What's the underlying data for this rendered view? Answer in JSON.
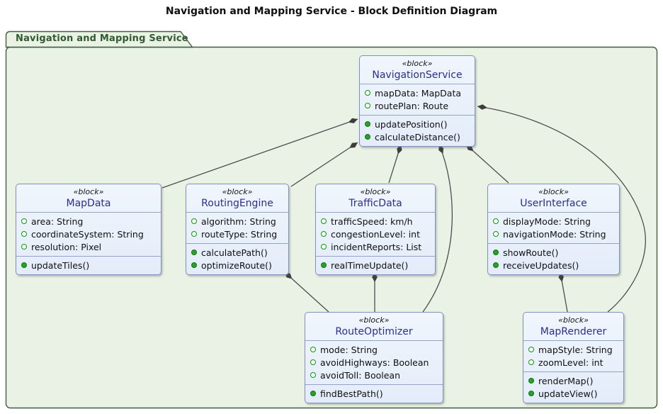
{
  "title": "Navigation and Mapping Service - Block Definition Diagram",
  "package": {
    "name": "Navigation and Mapping Service"
  },
  "blocks": [
    {
      "stereotype": "«block»",
      "name": "NavigationService",
      "attributes": [
        "mapData: MapData",
        "routePlan: Route"
      ],
      "operations": [
        "updatePosition()",
        "calculateDistance()"
      ]
    },
    {
      "stereotype": "«block»",
      "name": "MapData",
      "attributes": [
        "area: String",
        "coordinateSystem: String",
        "resolution: Pixel"
      ],
      "operations": [
        "updateTiles()"
      ]
    },
    {
      "stereotype": "«block»",
      "name": "RoutingEngine",
      "attributes": [
        "algorithm: String",
        "routeType: String"
      ],
      "operations": [
        "calculatePath()",
        "optimizeRoute()"
      ]
    },
    {
      "stereotype": "«block»",
      "name": "TrafficData",
      "attributes": [
        "trafficSpeed: km/h",
        "congestionLevel: int",
        "incidentReports: List"
      ],
      "operations": [
        "realTimeUpdate()"
      ]
    },
    {
      "stereotype": "«block»",
      "name": "UserInterface",
      "attributes": [
        "displayMode: String",
        "navigationMode: String"
      ],
      "operations": [
        "showRoute()",
        "receiveUpdates()"
      ]
    },
    {
      "stereotype": "«block»",
      "name": "RouteOptimizer",
      "attributes": [
        "mode: String",
        "avoidHighways: Boolean",
        "avoidToll: Boolean"
      ],
      "operations": [
        "findBestPath()"
      ]
    },
    {
      "stereotype": "«block»",
      "name": "MapRenderer",
      "attributes": [
        "mapStyle: String",
        "zoomLevel: int"
      ],
      "operations": [
        "renderMap()",
        "updateView()"
      ]
    }
  ],
  "relationships": [
    {
      "from": "NavigationService",
      "to": "MapData",
      "type": "composition"
    },
    {
      "from": "NavigationService",
      "to": "RoutingEngine",
      "type": "composition"
    },
    {
      "from": "NavigationService",
      "to": "TrafficData",
      "type": "composition"
    },
    {
      "from": "NavigationService",
      "to": "RouteOptimizer",
      "type": "composition"
    },
    {
      "from": "NavigationService",
      "to": "UserInterface",
      "type": "composition"
    },
    {
      "from": "NavigationService",
      "to": "MapRenderer",
      "type": "composition"
    },
    {
      "from": "RoutingEngine",
      "to": "RouteOptimizer",
      "type": "composition"
    },
    {
      "from": "TrafficData",
      "to": "RouteOptimizer",
      "type": "composition"
    },
    {
      "from": "UserInterface",
      "to": "MapRenderer",
      "type": "composition"
    }
  ],
  "colors": {
    "package_fill": "#EAF2E6",
    "package_border": "#415E41",
    "package_title_text": "#2F5B2F",
    "block_fill": "#EDF3FB",
    "block_border": "#8191BE",
    "block_name_text": "#2A2E92",
    "connector": "#4D4D4D",
    "diamond_fill": "#3D3D3D",
    "attribute_icon_green": "#0D960D",
    "operation_icon_green": "#27A327"
  }
}
